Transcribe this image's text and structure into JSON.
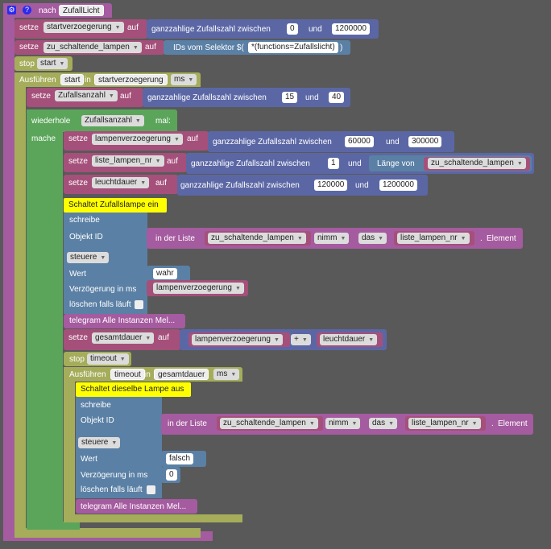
{
  "trigger": {
    "prefix": "nach",
    "name": "ZufallLicht",
    "gear_icon": "gear-icon",
    "help_icon": "help-icon"
  },
  "set1": {
    "setze": "setze",
    "var": "startverzoegerung",
    "auf": "auf",
    "expr": "ganzzahlige Zufallszahl zwischen",
    "min": "0",
    "und": "und",
    "max": "1200000"
  },
  "set2": {
    "setze": "setze",
    "var": "zu_schaltende_lampen",
    "auf": "auf",
    "expr": "IDs vom Selektor $(",
    "selector": "*(functions=Zufallslicht)",
    "close": ")"
  },
  "stop1": {
    "label": "stop",
    "val": "start"
  },
  "exec1": {
    "label": "Ausführen",
    "name": "start",
    "in": "in",
    "var": "startverzoegerung",
    "unit": "ms"
  },
  "set3": {
    "setze": "setze",
    "var": "Zufallsanzahl",
    "auf": "auf",
    "expr": "ganzzahlige Zufallszahl zwischen",
    "min": "15",
    "und": "und",
    "max": "40"
  },
  "loop": {
    "label": "wiederhole",
    "var": "Zufallsanzahl",
    "mal": "mal:",
    "mache": "mache"
  },
  "set4": {
    "setze": "setze",
    "var": "lampenverzoegerung",
    "auf": "auf",
    "expr": "ganzzahlige Zufallszahl zwischen",
    "min": "60000",
    "und": "und",
    "max": "300000"
  },
  "set5": {
    "setze": "setze",
    "var": "liste_lampen_nr",
    "auf": "auf",
    "expr": "ganzzahlige Zufallszahl zwischen",
    "min": "1",
    "und": "und",
    "len": "Länge von",
    "lenvar": "zu_schaltende_lampen"
  },
  "set6": {
    "setze": "setze",
    "var": "leuchtdauer",
    "auf": "auf",
    "expr": "ganzzahlige Zufallszahl zwischen",
    "min": "120000",
    "und": "und",
    "max": "1200000"
  },
  "comment1": "Schaltet Zufallslampe ein",
  "write1": {
    "schreibe": "schreibe",
    "objekt": "Objekt ID",
    "inlist": "in der Liste",
    "list": "zu_schaltende_lampen",
    "take": "nimm",
    "das": "das",
    "idx": "liste_lampen_nr",
    "dot": ".",
    "element": "Element",
    "steuere": "steuere",
    "wert": "Wert",
    "value": "wahr",
    "delay": "Verzögerung in ms",
    "delayvar": "lampenverzoegerung",
    "clear": "löschen falls läuft"
  },
  "tele1": "telegram Alle Instanzen Mel...",
  "set7": {
    "setze": "setze",
    "var": "gesamtdauer",
    "auf": "auf",
    "a": "lampenverzoegerung",
    "op": "+",
    "b": "leuchtdauer"
  },
  "stop2": {
    "label": "stop",
    "val": "timeout"
  },
  "exec2": {
    "label": "Ausführen",
    "name": "timeout",
    "in": "in",
    "var": "gesamtdauer",
    "unit": "ms"
  },
  "comment2": "Schaltet dieselbe Lampe aus",
  "write2": {
    "schreibe": "schreibe",
    "objekt": "Objekt ID",
    "inlist": "in der Liste",
    "list": "zu_schaltende_lampen",
    "take": "nimm",
    "das": "das",
    "idx": "liste_lampen_nr",
    "dot": ".",
    "element": "Element",
    "steuere": "steuere",
    "wert": "Wert",
    "value": "falsch",
    "delay": "Verzögerung in ms",
    "delayval": "0",
    "clear": "löschen falls läuft"
  },
  "tele2": "telegram Alle Instanzen Mel..."
}
